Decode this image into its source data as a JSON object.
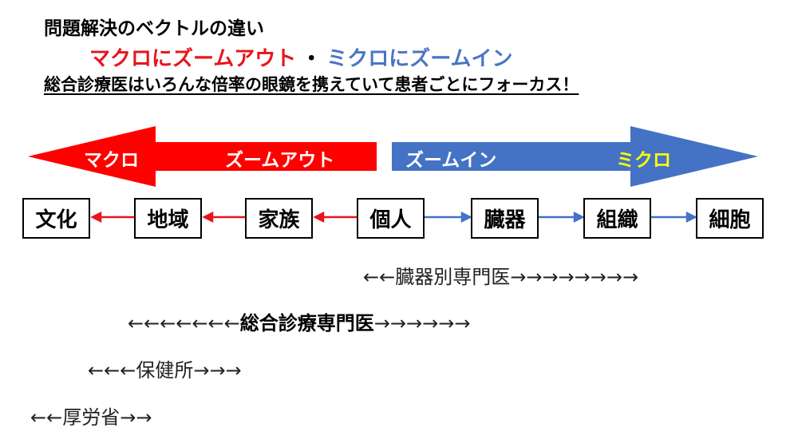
{
  "title": "問題解決のベクトルの違い",
  "subtitle": {
    "macro": "マクロにズームアウト",
    "sep": "・",
    "micro": "ミクロにズームイン"
  },
  "tagline": "総合診療医はいろんな倍率の眼鏡を携えていて患者ごとにフォーカス！",
  "arrows": {
    "left": {
      "label1": "マクロ",
      "label2": "ズームアウト",
      "color": "#ff0000"
    },
    "right": {
      "label1": "ズームイン",
      "label2": "ミクロ",
      "color": "#4472c4",
      "label2_color": "#ffff00"
    }
  },
  "boxes": [
    "文化",
    "地域",
    "家族",
    "個人",
    "臓器",
    "組織",
    "細胞"
  ],
  "scopes": [
    {
      "left": "←←",
      "name": "臓器別専門医",
      "right": "→→→→→→→→"
    },
    {
      "left": "←←←←←←←",
      "name": "総合診療専門医",
      "right": "→→→→→→"
    },
    {
      "left": "←←←",
      "name": "保健所",
      "right": "→→→"
    },
    {
      "left": "←←",
      "name": "厚労省",
      "right": "→→"
    }
  ]
}
